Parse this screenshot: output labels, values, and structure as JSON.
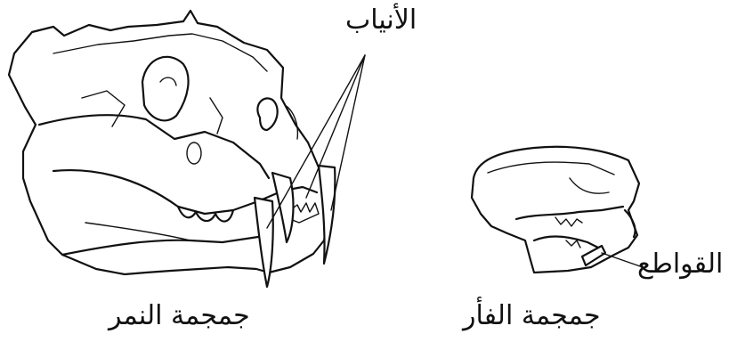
{
  "labels": {
    "canines": "الأنياب",
    "incisors": "القواطع",
    "tiger_skull": "جمجمة النمر",
    "rat_skull": "جمجمة الفأر"
  }
}
